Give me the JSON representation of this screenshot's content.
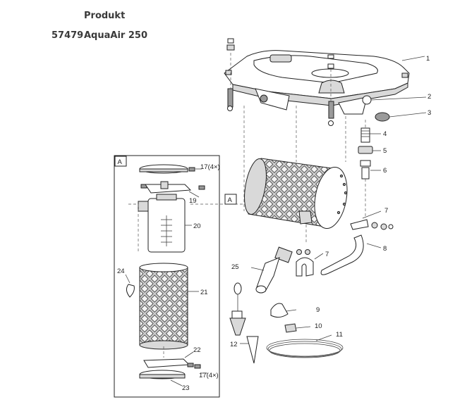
{
  "header": {
    "column_label": "Produkt",
    "product_code": "57479",
    "product_name": "AquaAir 250"
  },
  "diagram": {
    "inset_marker": "A",
    "assembly_marker": "A",
    "callouts": {
      "c1": "1",
      "c2": "2",
      "c3": "3",
      "c4": "4",
      "c5": "5",
      "c6": "6",
      "c7a": "7",
      "c7b": "7",
      "c8": "8",
      "c9": "9",
      "c10": "10",
      "c11": "11",
      "c12": "12",
      "c17a": "17(4×)",
      "c17b": "17(4×)",
      "c19": "19",
      "c20": "20",
      "c21": "21",
      "c22": "22",
      "c23": "23",
      "c24": "24",
      "c25": "25"
    }
  }
}
